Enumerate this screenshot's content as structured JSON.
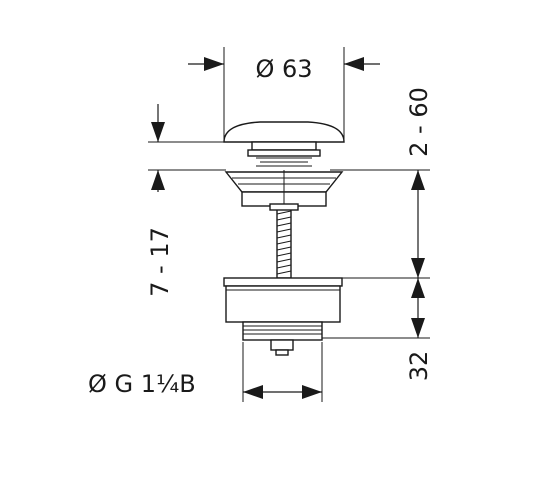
{
  "dimensions": {
    "top_diameter": "Ø 63",
    "stroke_range": "2 - 60",
    "body_height_range": "7 - 17",
    "bottom_height": "32",
    "thread_size": "Ø G 1¼B"
  },
  "colors": {
    "line": "#1a1a1a",
    "background": "#ffffff"
  }
}
